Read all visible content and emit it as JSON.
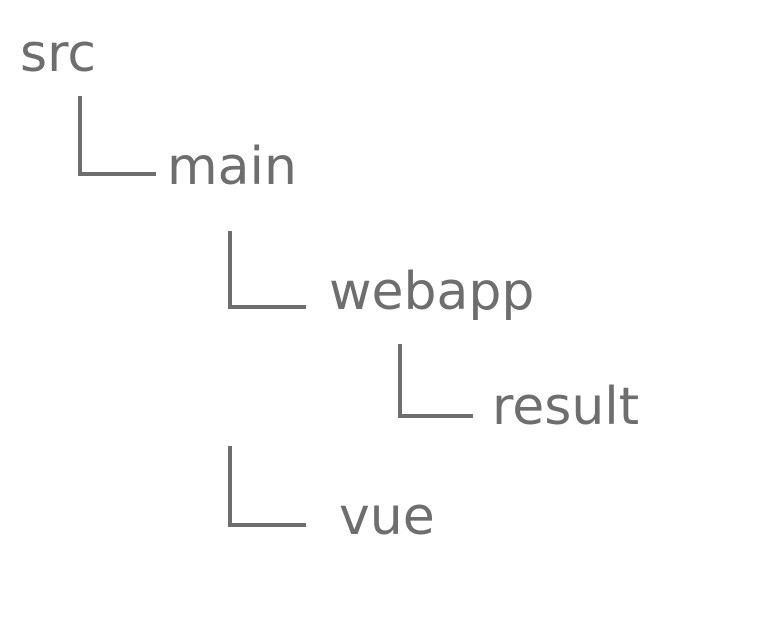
{
  "diagram": {
    "type": "ascii-directory-tree",
    "background_color": "#ffffff",
    "line_color": "#6e6e6e",
    "text_color": "#6e6e6e",
    "nodes": [
      {
        "id": "src",
        "label": "src",
        "depth": 0,
        "parent": null,
        "connector": null
      },
      {
        "id": "main",
        "label": "main",
        "depth": 1,
        "parent": "src",
        "connector": "elbow-last"
      },
      {
        "id": "webapp",
        "label": "webapp",
        "depth": 2,
        "parent": "main",
        "connector": "elbow-last"
      },
      {
        "id": "result",
        "label": "result",
        "depth": 3,
        "parent": "webapp",
        "connector": "elbow-last"
      },
      {
        "id": "vue",
        "label": "vue",
        "depth": 2,
        "parent": "main",
        "connector": "elbow-last"
      }
    ],
    "connectors": [
      {
        "id": "elbow-main",
        "glyph": "elbow",
        "from": "src",
        "to": "main"
      },
      {
        "id": "elbow-webapp",
        "glyph": "elbow",
        "from": "main",
        "to": "webapp"
      },
      {
        "id": "elbow-result",
        "glyph": "elbow",
        "from": "webapp",
        "to": "result"
      },
      {
        "id": "elbow-vue",
        "glyph": "elbow",
        "from": "main",
        "to": "vue"
      }
    ]
  }
}
